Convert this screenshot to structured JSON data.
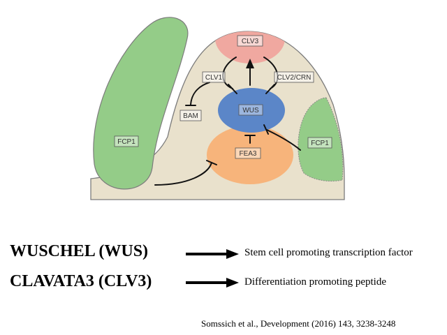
{
  "diagram": {
    "nodes": {
      "clv3": "CLV3",
      "wus": "WUS",
      "fea3": "FEA3",
      "clv1": "CLV1",
      "clv2_crn": "CLV2/CRN",
      "bam": "BAM",
      "fcp1_left": "FCP1",
      "fcp1_right": "FCP1"
    },
    "colors": {
      "meristem": "#e9e1cc",
      "outline": "#7c7c7c",
      "fcp1": "#94cc88",
      "clv3": "#f0a8a0",
      "wus": "#5b86c8",
      "fea3": "#f7b47b",
      "edge": "#111111"
    }
  },
  "legend": [
    {
      "gene": "WUSCHEL (WUS)",
      "description": "Stem cell promoting transcription factor"
    },
    {
      "gene": "CLAVATA3 (CLV3)",
      "description": "Differentiation promoting peptide"
    }
  ],
  "citation": "Somssich  et al., Development (2016) 143, 3238-3248"
}
